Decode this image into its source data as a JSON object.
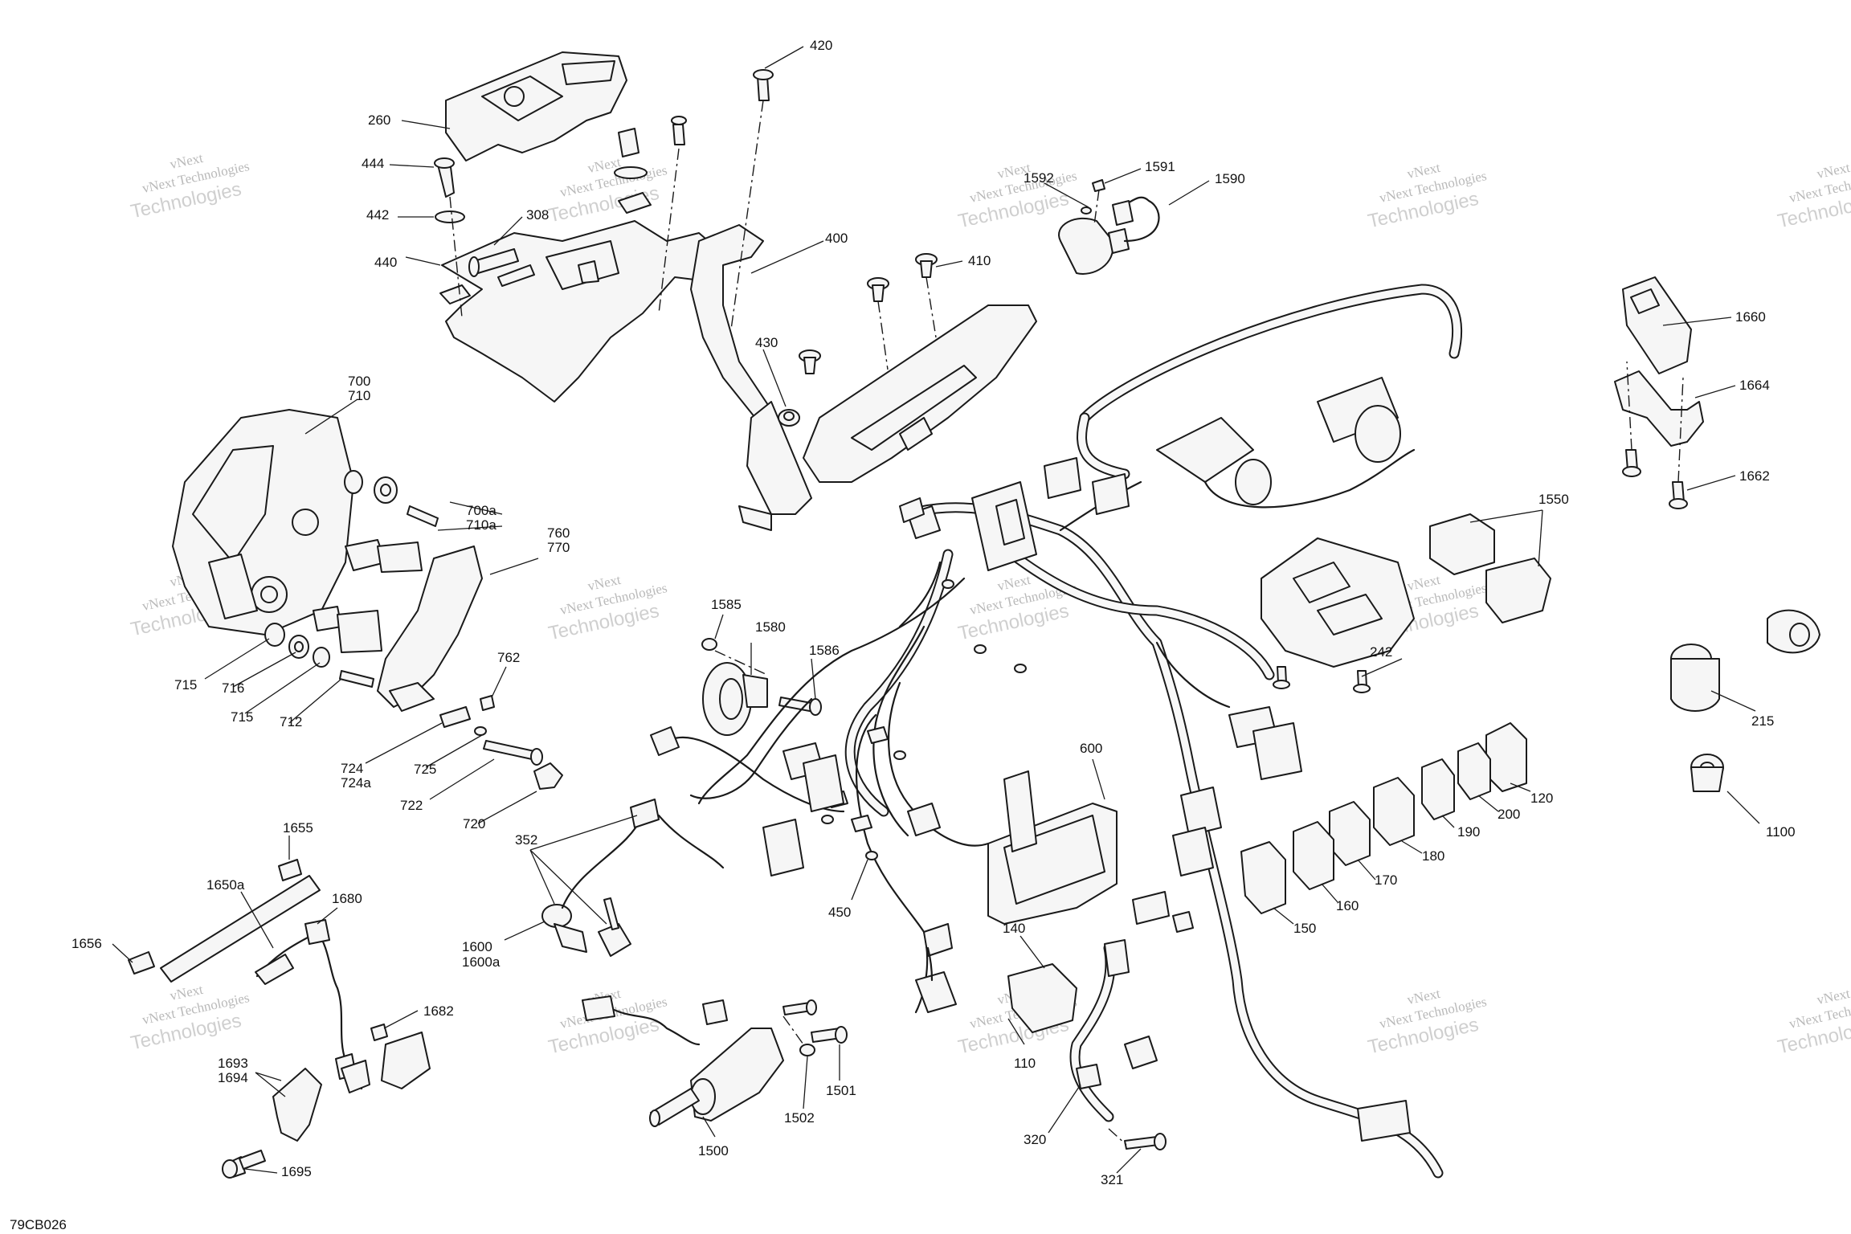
{
  "diagram_code": "79CB026",
  "watermark": {
    "line1": "vNext",
    "line2": "vNext Technologies",
    "line3": "Technologies"
  },
  "callouts": {
    "c420": "420",
    "c260": "260",
    "c444": "444",
    "c442": "442",
    "c308": "308",
    "c440": "440",
    "c400": "400",
    "c410": "410",
    "c430": "430",
    "c1592": "1592",
    "c1591": "1591",
    "c1590": "1590",
    "c1660": "1660",
    "c1664": "1664",
    "c1662": "1662",
    "c700": "700",
    "c710": "710",
    "c700a": "700a",
    "c710a": "710a",
    "c760": "760",
    "c770": "770",
    "c762": "762",
    "c715a": "715",
    "c716": "716",
    "c715b": "715",
    "c712": "712",
    "c724": "724",
    "c724a": "724a",
    "c725": "725",
    "c722": "722",
    "c720": "720",
    "c1585": "1585",
    "c1580": "1580",
    "c1586": "1586",
    "c1550": "1550",
    "c242": "242",
    "c215": "215",
    "c1100": "1100",
    "c600": "600",
    "c120": "120",
    "c200": "200",
    "c190": "190",
    "c180": "180",
    "c170": "170",
    "c160": "160",
    "c150": "150",
    "c352": "352",
    "c1600": "1600",
    "c1600a": "1600a",
    "c450": "450",
    "c140": "140",
    "c110": "110",
    "c320": "320",
    "c321": "321",
    "c1655": "1655",
    "c1650a": "1650a",
    "c1656": "1656",
    "c1680": "1680",
    "c1682": "1682",
    "c1693": "1693",
    "c1694": "1694",
    "c1695": "1695",
    "c1500": "1500",
    "c1502": "1502",
    "c1501": "1501"
  }
}
